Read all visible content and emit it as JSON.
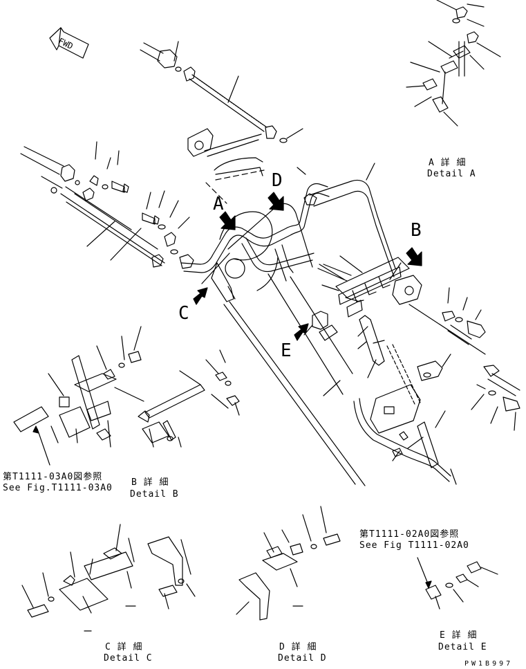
{
  "fwd_arrow": "FWD",
  "callouts": {
    "a": "A",
    "b": "B",
    "c": "C",
    "d": "D",
    "e": "E"
  },
  "details": {
    "a": {
      "jp": "A 詳 細",
      "en": "Detail A"
    },
    "b": {
      "jp": "B 詳 細",
      "en": "Detail B"
    },
    "c": {
      "jp": "C 詳 細",
      "en": "Detail C"
    },
    "d": {
      "jp": "D 詳 細",
      "en": "Detail D"
    },
    "e": {
      "jp": "E 詳 細",
      "en": "Detail E"
    }
  },
  "refs": {
    "fig_03": {
      "jp": "第T1111-03A0図参照",
      "en": "See Fig.T1111-03A0"
    },
    "fig_02": {
      "jp": "第T1111-02A0図参照",
      "en": "See Fig T1111-02A0"
    }
  },
  "drawing_code": "PW1B997"
}
